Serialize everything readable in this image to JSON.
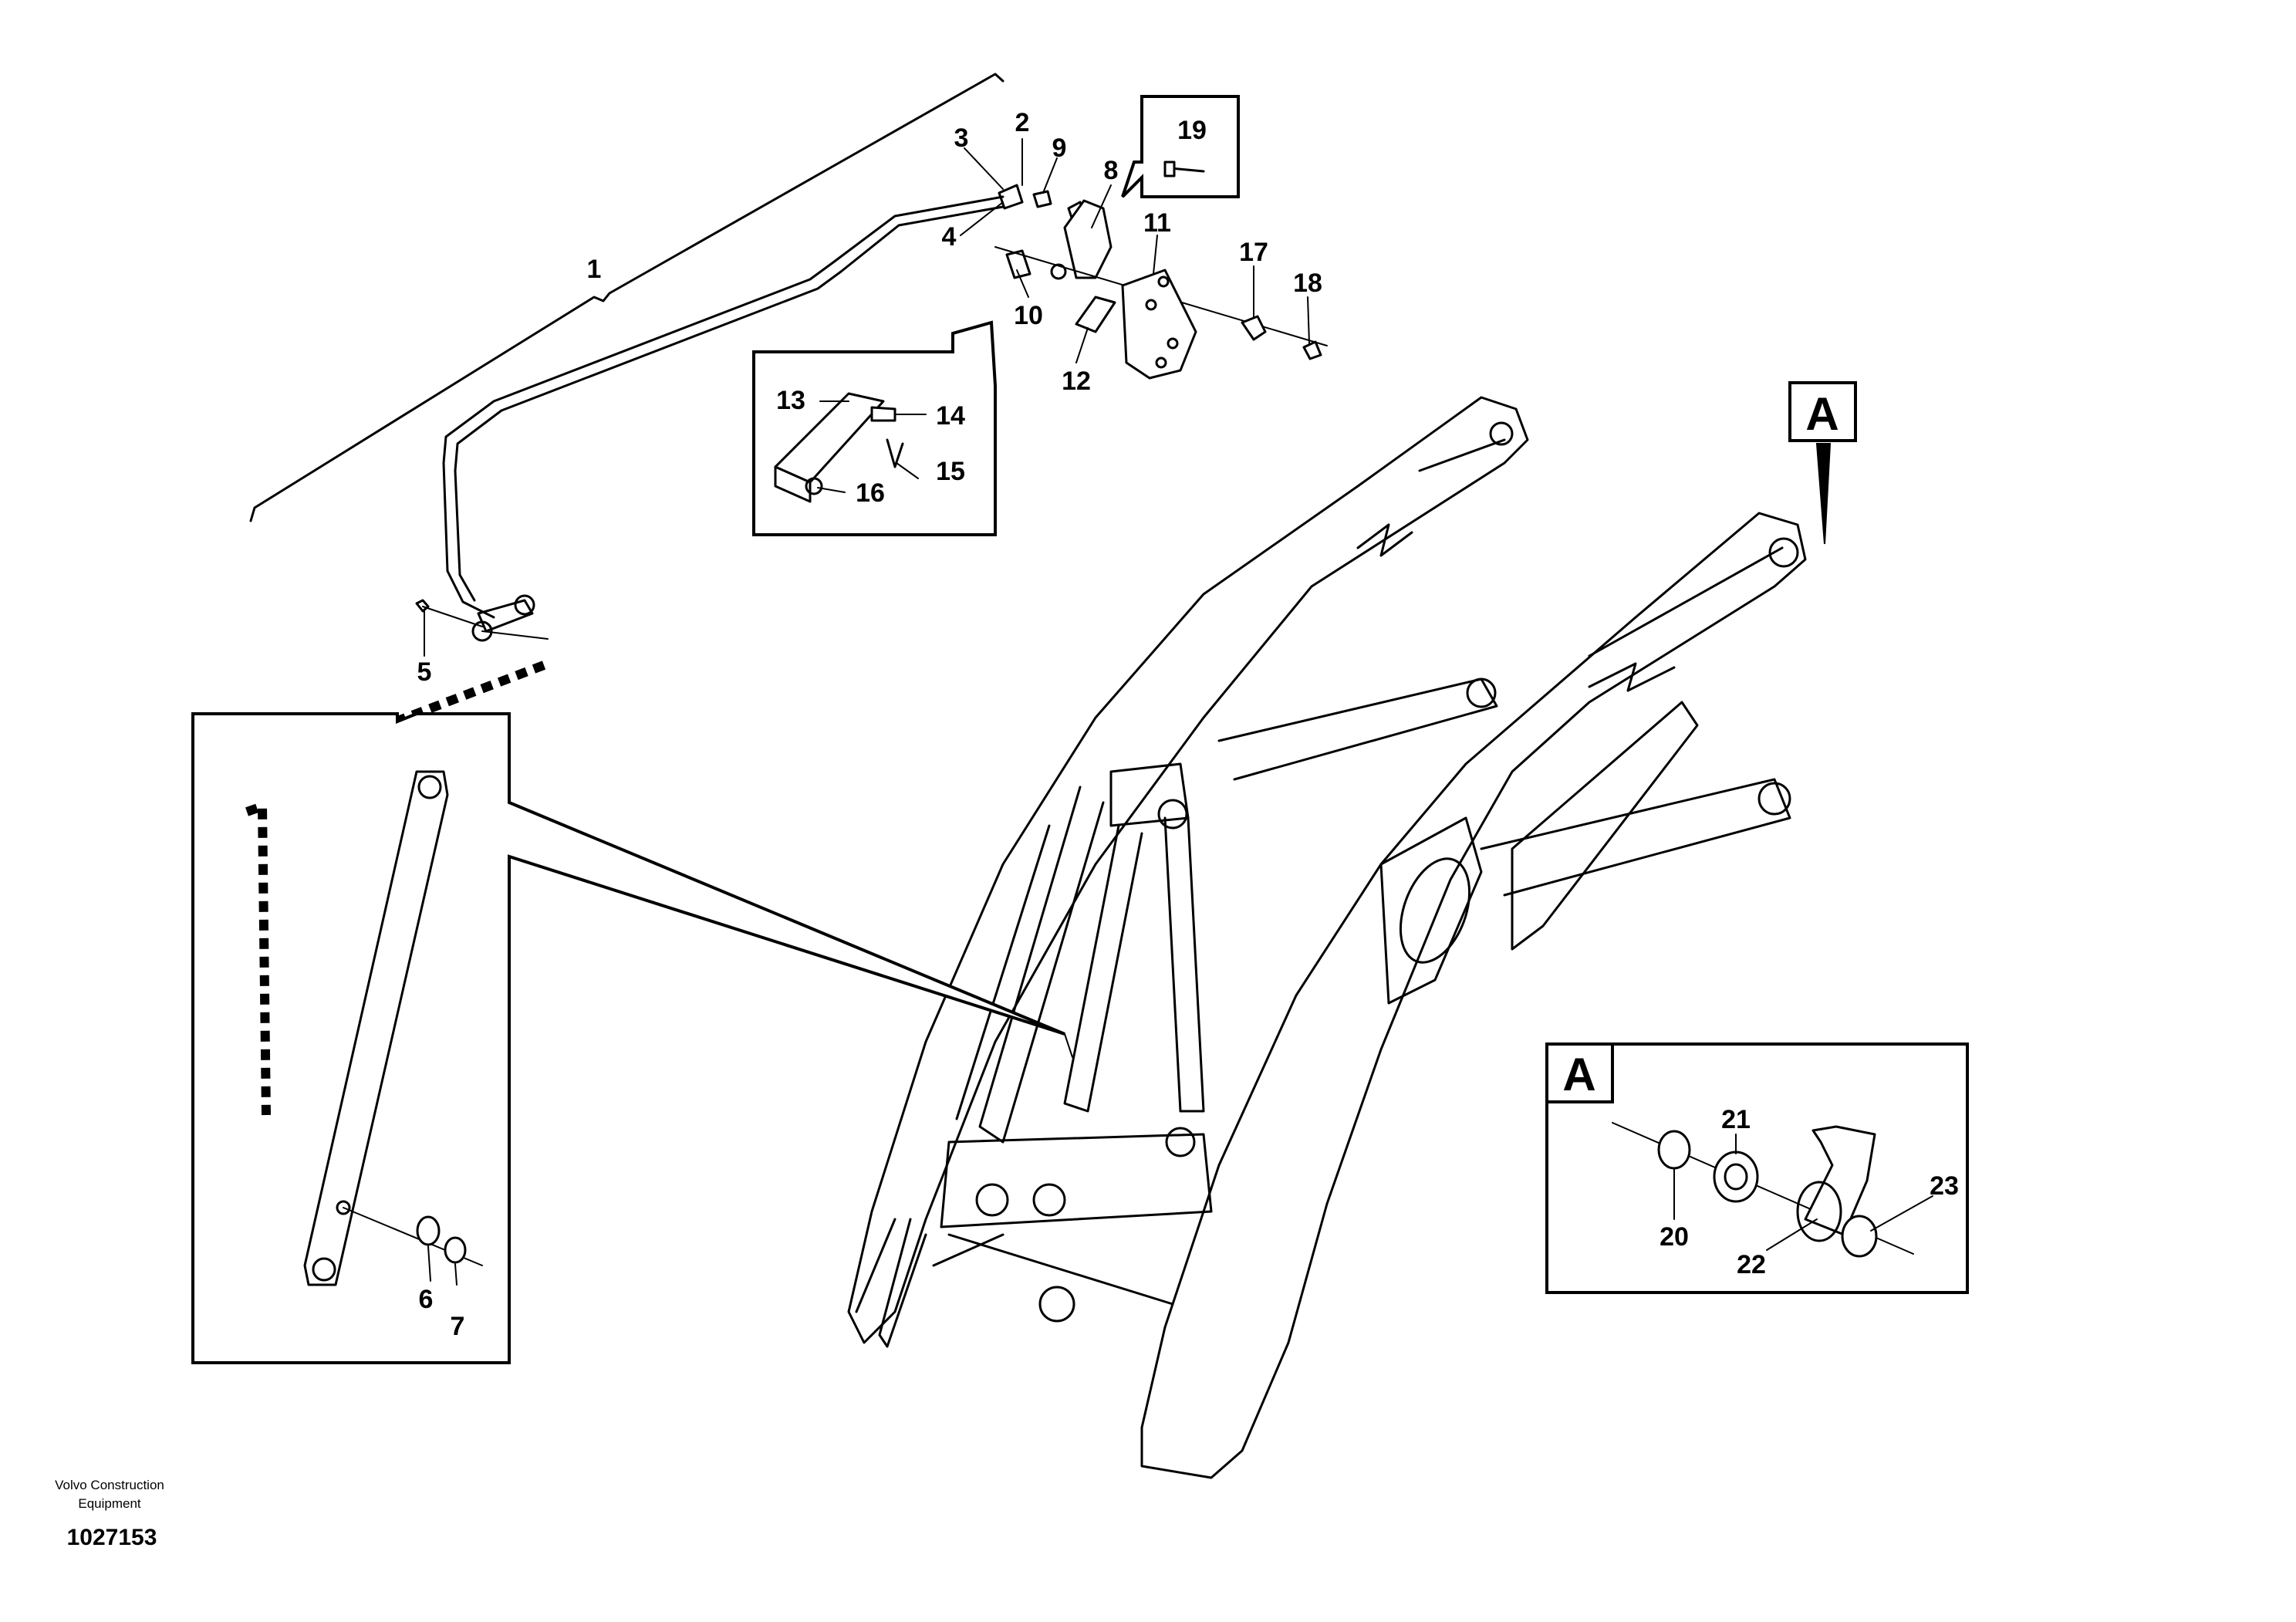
{
  "diagram": {
    "part_numbers": [
      "1",
      "2",
      "3",
      "4",
      "5",
      "6",
      "7",
      "8",
      "9",
      "10",
      "11",
      "12",
      "13",
      "14",
      "15",
      "16",
      "17",
      "18",
      "19",
      "20",
      "21",
      "22",
      "23"
    ],
    "view_marker": "A",
    "detail_view_label": "A"
  },
  "footer": {
    "company_line1": "Volvo Construction",
    "company_line2": "Equipment",
    "drawing_number": "1027153"
  }
}
